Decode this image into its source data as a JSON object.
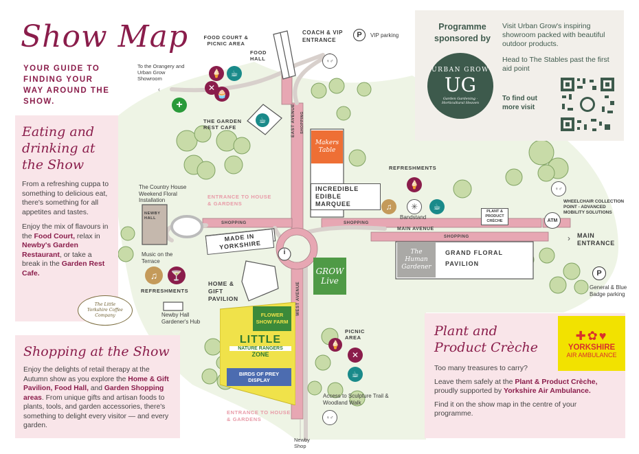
{
  "title": "Show Map",
  "guide_text": "YOUR GUIDE TO FINDING YOUR WAY AROUND THE SHOW.",
  "eating": {
    "heading": "Eating and drinking at the Show",
    "p1": "From a refreshing cuppa to something to delicious eat, there's something for all appetites and tastes.",
    "p2_pre": "Enjoy the mix of flavours in the ",
    "p2_b1": "Food Court,",
    "p2_mid1": " relax in ",
    "p2_b2": "Newby's Garden Restaurant",
    "p2_mid2": ", or take a break in the ",
    "p2_b3": "Garden Rest Cafe.",
    "logo_text": "The Little Yorkshire Coffee Company"
  },
  "shopping": {
    "heading": "Shopping at the Show",
    "p_pre": "Enjoy the delights of retail therapy at the Autumn show as you explore the ",
    "b1": "Home & Gift Pavilion, Food Hall,",
    "mid1": " and ",
    "b2": "Garden Shopping areas",
    "post": ". From unique gifts and artisan foods to plants, tools, and garden accessories, there's something to delight every visitor — and every garden."
  },
  "sponsor": {
    "heading": "Programme sponsored by",
    "logo_top": "URBAN GROW",
    "logo_mid": "UG",
    "logo_bottom": "Garden Gardening · Horticultural Heaven",
    "p1": "Visit Urban Grow's inspiring showroom packed with beautiful outdoor products.",
    "p2": "Head to The Stables past the first aid point",
    "find_out": "To find out more visit"
  },
  "creche": {
    "heading": "Plant and Product Crèche",
    "p1": "Too many treasures to carry?",
    "p2_pre": "Leave them safely at the ",
    "p2_b1": "Plant & Product Crèche,",
    "p2_mid": " proudly supported by ",
    "p2_b2": "Yorkshire Air Ambulance.",
    "p3": "Find it on the show map in the centre of your programme.",
    "yaa_line1": "YORKSHIRE",
    "yaa_line2": "AIR AMBULANCE"
  },
  "map": {
    "food_court": "FOOD COURT & PICNIC AREA",
    "food_hall": "FOOD HALL",
    "coach_vip": "COACH & VIP ENTRANCE",
    "vip_parking": "VIP parking",
    "orangery": "To the Orangery and Urban Grow Showroom",
    "garden_rest": "THE GARDEN REST CAFE",
    "country_house": "The Country House Weekend Floral Installation",
    "newby_hall": "NEWBY HALL",
    "entrance_house_top": "ENTRANCE TO HOUSE & GARDENS",
    "entrance_house_bottom": "ENTRANCE TO HOUSE & GARDENS",
    "makers_table": "Makers Table",
    "incredible": "INCREDIBLE EDIBLE MARQUEE",
    "refreshments_right": "REFRESHMENTS",
    "bandstand": "Bandstand",
    "plant_creche": "PLANT & PRODUCT CRÈCHE",
    "wheelchair": "WHEELCHAIR COLLECTION POINT - ADVANCED MOBILITY SOLUTIONS",
    "atm": "ATM",
    "main_avenue": "MAIN AVENUE",
    "main_entrance": "MAIN ENTRANCE",
    "shopping": "SHOPPING",
    "made_in_yorkshire": "MADE IN YORKSHIRE",
    "grand_floral": "GRAND FLORAL PAVILION",
    "human_gardener": "The Human Gardener",
    "grow_live": "GROW Live",
    "music_terrace": "Music on the Terrace",
    "refreshments_left": "REFRESHMENTS",
    "home_gift": "HOME & GIFT PAVILION",
    "gardeners_hub": "Newby Hall Gardener's Hub",
    "east_avenue": "EAST AVENUE",
    "west_avenue": "WEST AVENUE",
    "flower_show_farm": "FLOWER SHOW FARM",
    "little_nature": "LITTLE NATURE RANGERS ZONE",
    "little": "LITTLE",
    "nature_rangers": "NATURE RANGERS",
    "zone": "ZONE",
    "birds_of_prey": "BIRDS OF PREY DISPLAY",
    "picnic_area": "PICNIC AREA",
    "sculpture_trail": "Access to Sculpture Trail & Woodland Walk",
    "general_parking": "General & Blue Badge parking",
    "newby_shop": "Newby Shop",
    "info": "i",
    "parking_p": "P"
  },
  "colors": {
    "brand": "#8a1d4b",
    "road_pink": "#e7a7b3",
    "panel_pink": "#f9e5e9",
    "tree_green": "#c8dba8",
    "flower_show_farm": "#3b8a3a",
    "little_zone": "#f0e24a",
    "birds_of_prey": "#4c6cb0",
    "grow_live": "#4f9a46",
    "makers": "#ee6f35",
    "yorkshire_air": "#f2e200"
  }
}
